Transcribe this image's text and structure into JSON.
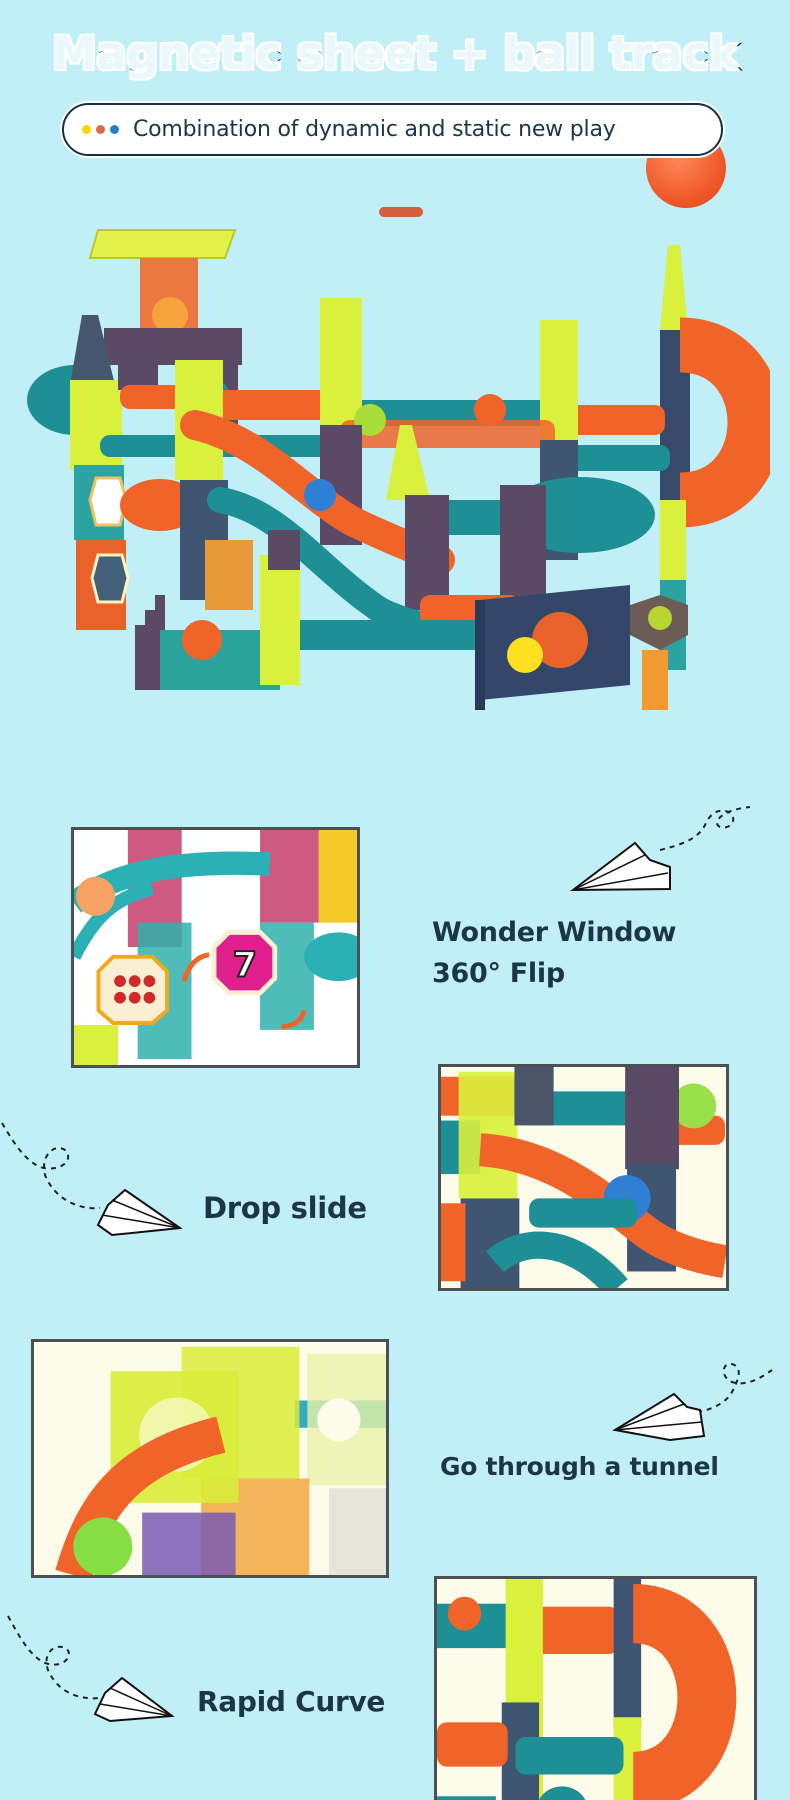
{
  "header": {
    "title": "Magnetic sheet + ball track",
    "subtitle": "Combination of dynamic and static new play",
    "subtitle_dots": [
      "#ffd400",
      "#d9694a",
      "#1f82c9"
    ]
  },
  "carousel": {
    "active_indicator_color": "#d6603c"
  },
  "hero_image": {
    "label": "magnetic tile marble run set"
  },
  "features": [
    {
      "id": "wonder-window",
      "line1": "Wonder Window",
      "line2": "360° Flip",
      "image_label": "flip window tile close-up"
    },
    {
      "id": "drop-slide",
      "line1": "Drop slide",
      "image_label": "drop slide close-up"
    },
    {
      "id": "tunnel",
      "line1": "Go through a tunnel",
      "image_label": "tunnel close-up"
    },
    {
      "id": "rapid-curve",
      "line1": "Rapid Curve",
      "image_label": "rapid curve close-up"
    }
  ],
  "icons": {
    "paper_plane": "paper-plane-icon",
    "dashed_trail": "dashed-trail-icon"
  },
  "colors": {
    "background": "#c0eff7",
    "text": "#1c3549",
    "photo_border": "#4b5053",
    "tile_yellow": "#d9f03c",
    "tile_teal": "#2a9ea2",
    "tube_orange": "#f0642a",
    "tube_teal": "#1f8f96",
    "tile_purple": "#5a4a66"
  }
}
